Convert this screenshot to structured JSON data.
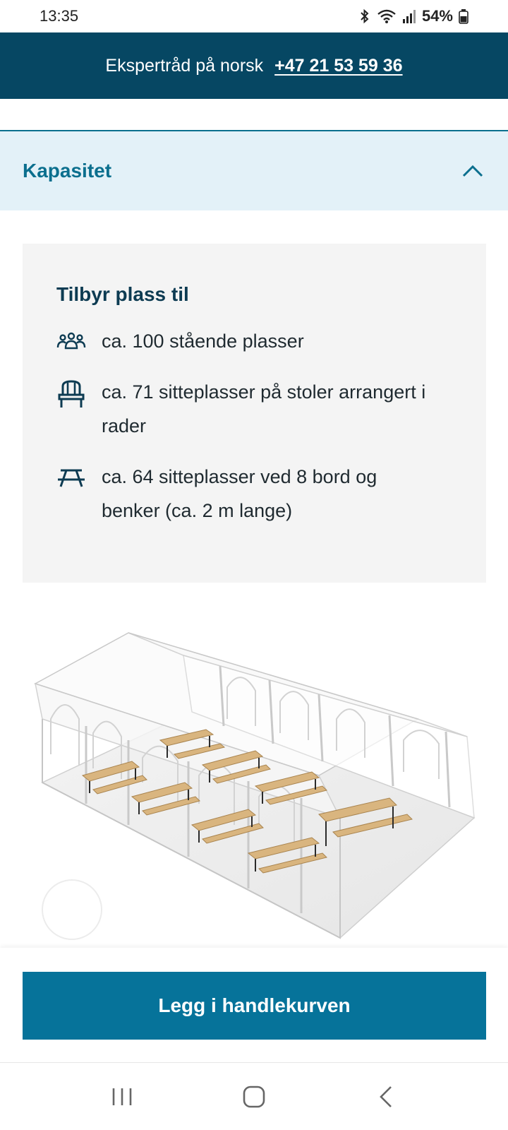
{
  "status": {
    "time": "13:35",
    "battery": "54%"
  },
  "promo": {
    "text": "Ekspertråd på norsk",
    "phone": "+47 21 53 59 36"
  },
  "accordion": {
    "title": "Kapasitet"
  },
  "capacity": {
    "title": "Tilbyr plass til",
    "items": [
      {
        "icon": "people-group-icon",
        "text": "ca. 100 stående plasser"
      },
      {
        "icon": "chair-icon",
        "text": "ca. 71 sitteplasser på stoler arrangert i rader"
      },
      {
        "icon": "picnic-table-icon",
        "text": "ca. 64 sitteplasser ved 8 bord og benker (ca. 2 m lange)"
      }
    ]
  },
  "cart": {
    "label": "Legg i handlekurven"
  },
  "colors": {
    "header": "#064763",
    "accent": "#0b6f8e",
    "button": "#06739a",
    "accordion_bg": "#e3f1f8"
  }
}
